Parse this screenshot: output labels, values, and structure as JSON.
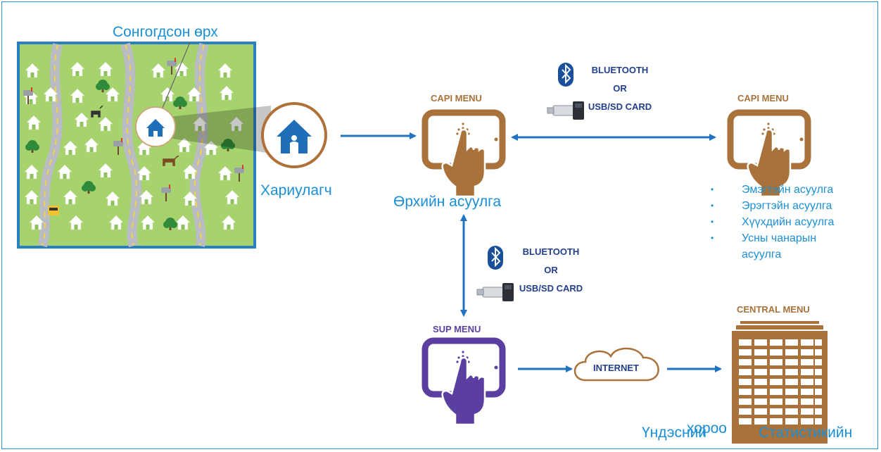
{
  "labels": {
    "selected_household": "Сонгогдсон өрх",
    "respondent": "Хариулагч",
    "household_survey": "Өрхийн асуулга",
    "national_line1": "Үндэсний",
    "national_line2": "хороо",
    "statistics": "Статистикийн"
  },
  "tags": {
    "capi_menu_left": "CAPI MENU",
    "capi_menu_right": "CAPI MENU",
    "sup_menu": "SUP MENU",
    "central_menu": "CENTRAL MENU",
    "internet": "INTERNET"
  },
  "transfer_top": {
    "line1": "BLUETOOTH",
    "line2": "OR",
    "line3": "USB/SD CARD"
  },
  "transfer_mid": {
    "line1": "BLUETOOTH",
    "line2": "OR",
    "line3": "USB/SD CARD"
  },
  "questionnaires": [
    "Эмэгтэйн асуулга",
    "Эрэгтэйн асуулга",
    "Хүүхдийн асуулга",
    "Усны чанарын асуулга"
  ],
  "colors": {
    "accent": "#1b8fd6",
    "capi_brown": "#a9723a",
    "sup_purple": "#5a3fa0",
    "arrow_blue": "#1f73c0",
    "map_green": "#a6d36d",
    "map_border": "#2b7fc3"
  }
}
